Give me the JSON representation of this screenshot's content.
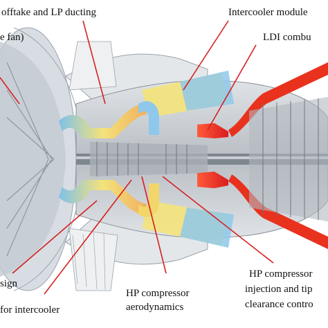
{
  "labels": {
    "offtake": "offtake and LP ducting",
    "fan": "e fan)",
    "intercooler_module": "Intercooler module",
    "ldi": "LDI combu",
    "sign": "sign",
    "for_intercooler": "for intercooler",
    "hp_aero_line1": "HP compressor",
    "hp_aero_line2": "aerodynamics",
    "hp_inj_line1": "HP compressor",
    "hp_inj_line2": "injection and tip",
    "hp_inj_line3": "clearance contro"
  },
  "colors": {
    "leader": "#d62020",
    "combustor": "#e8321e",
    "duct_yellow": "#f2e06a",
    "duct_blue": "#8cc6e8",
    "engine_grey": "#c9cdd2",
    "text": "#111111"
  }
}
